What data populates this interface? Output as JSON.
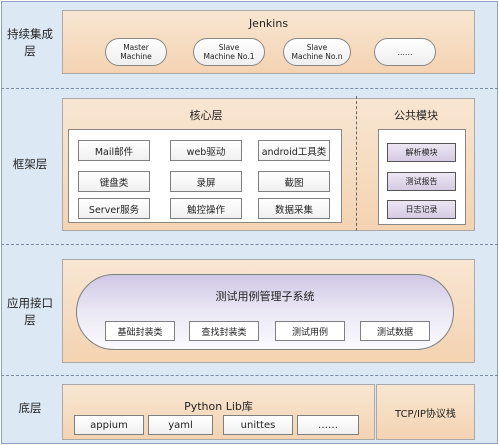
{
  "layers": {
    "ci": {
      "label": "持续集成层"
    },
    "framework": {
      "label": "框架层"
    },
    "app": {
      "label": "应用接口层"
    },
    "base": {
      "label": "底层"
    }
  },
  "jenkins": {
    "title": "Jenkins",
    "nodes": [
      {
        "label": "Master\nMachine"
      },
      {
        "label": "Slave\nMachine No.1"
      },
      {
        "label": "Slave\nMachine No.n"
      },
      {
        "label": "……"
      }
    ]
  },
  "core": {
    "title": "核心层",
    "items": [
      "Mail邮件",
      "web驱动",
      "android工具类",
      "键盘类",
      "录屏",
      "截图",
      "Server服务",
      "触控操作",
      "数据采集"
    ]
  },
  "common": {
    "title": "公共模块",
    "items": [
      "解析模块",
      "测试报告",
      "日志记录"
    ]
  },
  "app_layer": {
    "title": "测试用例管理子系统",
    "items": [
      "基础封装类",
      "查找封装类",
      "测试用例",
      "测试数据"
    ]
  },
  "python": {
    "title": "Python Lib库",
    "items": [
      "appium",
      "yaml",
      "unittes",
      "……"
    ]
  },
  "tcp": {
    "label": "TCP/IP协议栈"
  }
}
